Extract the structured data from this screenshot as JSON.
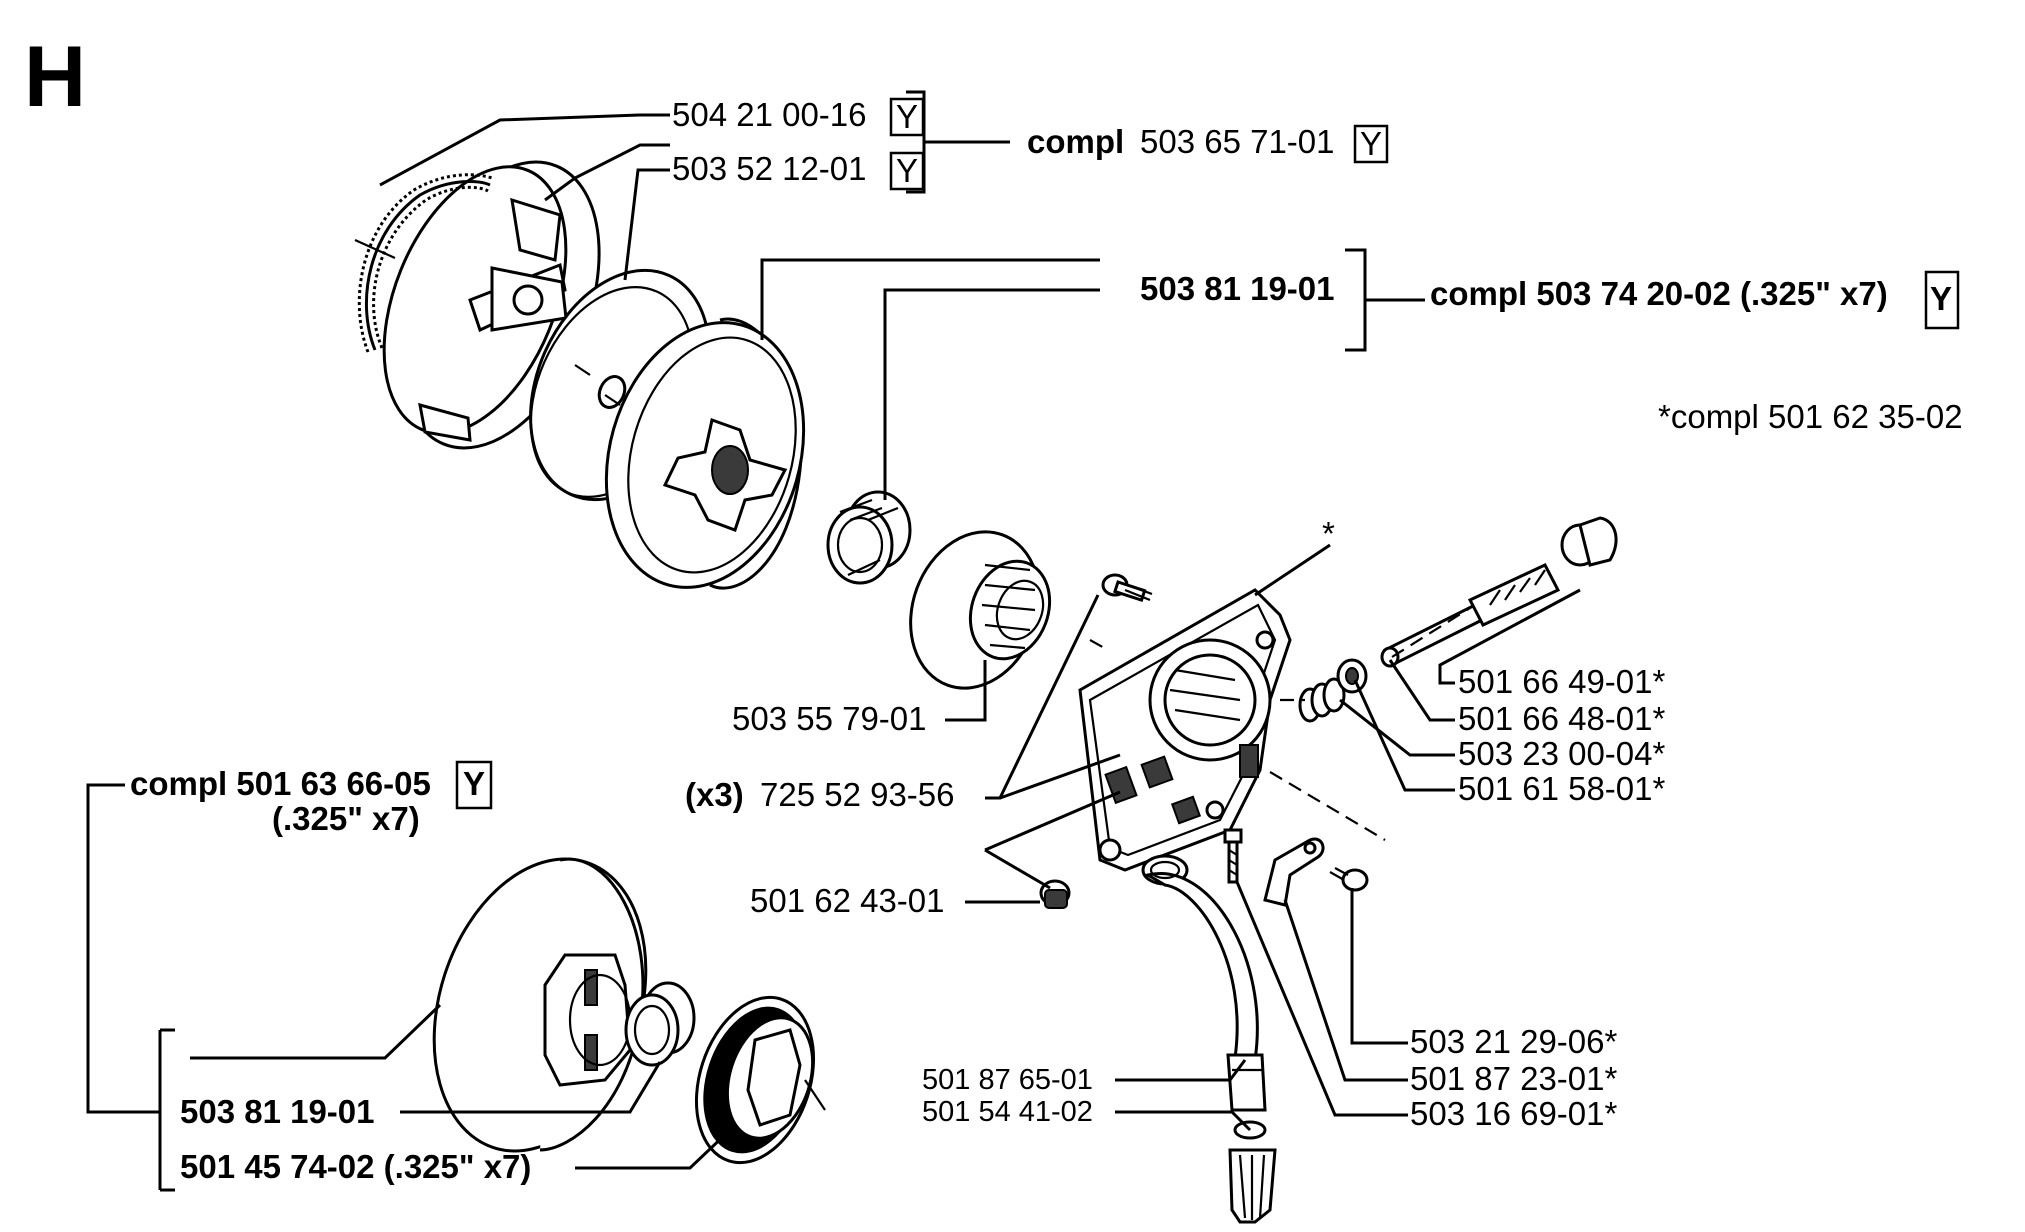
{
  "section_letter": "H",
  "colors": {
    "ink": "#000000",
    "paper": "#ffffff"
  },
  "upper_assembly": {
    "clutch_spring": "504 21 00-16",
    "clutch_washer": "503 52 12-01",
    "clutch_compl_label": "compl",
    "clutch_compl_number": "503 65 71-01",
    "bearing": "503 81 19-01",
    "drum_compl": "compl 503 74 20-02 (.325\" x7)",
    "star_note": "*compl 501 62 35-02",
    "flange_washer": "503 55 79-01",
    "screws_qty": "(x3)",
    "screws": "725 52 93-56"
  },
  "alt_drum": {
    "compl": "compl 501 63 66-05",
    "spec": "(.325\" x7)",
    "bearing": "503 81 19-01",
    "rim": "501 45 74-02 (.325\" x7)"
  },
  "oil_pump": {
    "worm_sleeve": "501 66 49-01*",
    "worm_shaft": "501 66 48-01*",
    "spring": "503 23 00-04*",
    "washer": "501 61 58-01*",
    "nut": "501 62 43-01",
    "screw": "503 21 29-06*",
    "hose": "501 87 65-01",
    "filter": "501 54 41-02",
    "clip": "501 87 23-01*",
    "pin": "503 16 69-01*",
    "star": "*"
  },
  "y_marker": "Y"
}
